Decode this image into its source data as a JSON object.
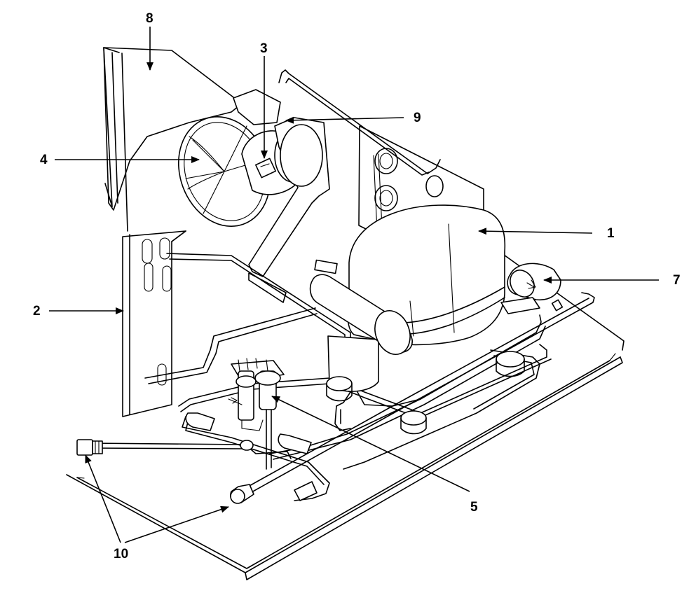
{
  "callouts": [
    {
      "id": "c1",
      "label": "1"
    },
    {
      "id": "c2",
      "label": "2"
    },
    {
      "id": "c3",
      "label": "3"
    },
    {
      "id": "c4",
      "label": "4"
    },
    {
      "id": "c5",
      "label": "5"
    },
    {
      "id": "c7",
      "label": "7"
    },
    {
      "id": "c8",
      "label": "8"
    },
    {
      "id": "c9",
      "label": "9"
    },
    {
      "id": "c10",
      "label": "10"
    }
  ]
}
